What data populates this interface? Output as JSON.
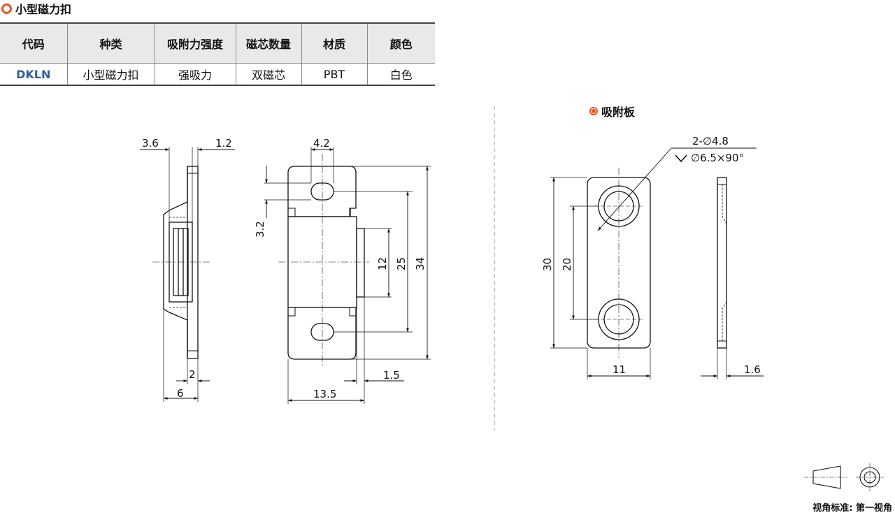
{
  "section_title": "小型磁力扣",
  "table": {
    "headers": [
      "代码",
      "种类",
      "吸附力强度",
      "磁芯数量",
      "材质",
      "颜色"
    ],
    "row": [
      "DKLN",
      "小型磁力扣",
      "强吸力",
      "双磁芯",
      "PBT",
      "白色"
    ]
  },
  "plate_title": "吸附板",
  "dimensions": {
    "side": {
      "d1": "3.6",
      "d2": "1.2",
      "d3": "2",
      "d4": "6"
    },
    "front": {
      "d1": "4.2",
      "d2": "3.2",
      "d3": "12",
      "d4": "25",
      "d5": "34",
      "d6": "1.5",
      "d7": "13.5"
    },
    "plate": {
      "holes": "2-∅4.8",
      "csk": "∅6.5×90°",
      "height": "30",
      "pitch": "20",
      "width": "11",
      "thickness": "1.6"
    }
  },
  "view_label": "视角标准: 第一视角"
}
